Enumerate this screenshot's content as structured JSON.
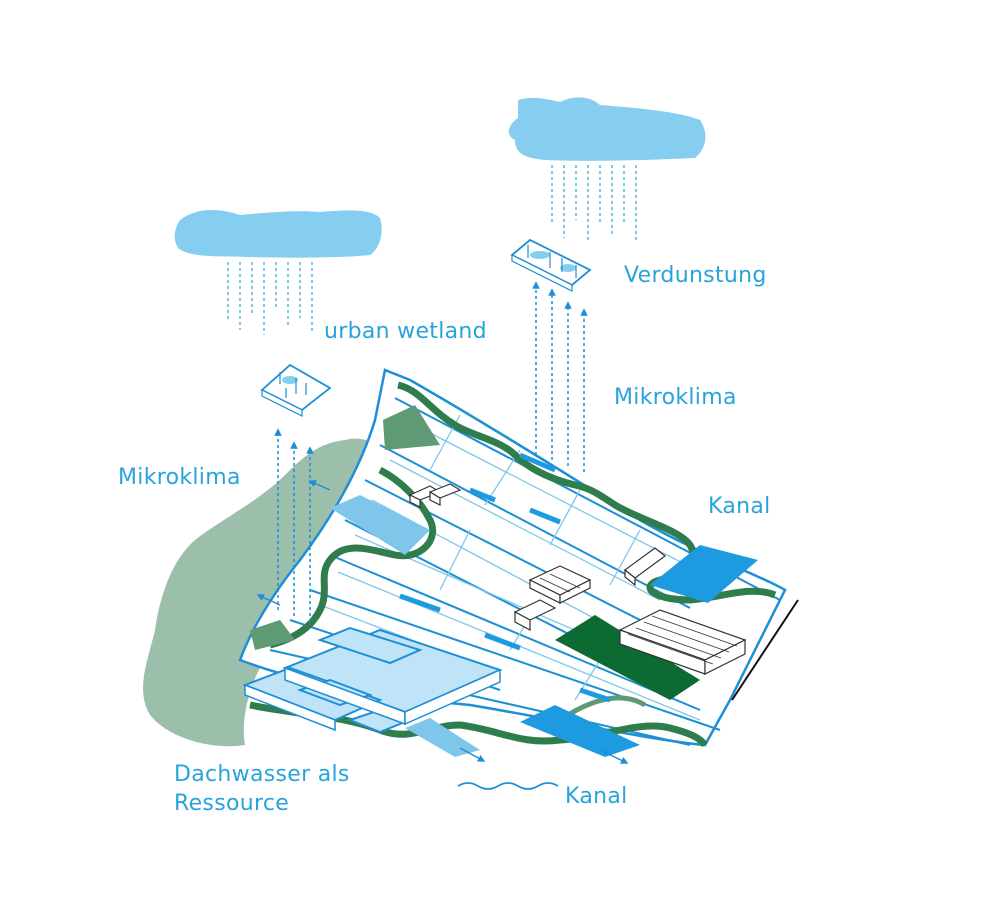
{
  "labels": {
    "verdunstung": "Verdunstung",
    "urban_wetland": "urban wetland",
    "mikroklima_right": "Mikroklima",
    "mikroklima_left": "Mikroklima",
    "kanal_right": "Kanal",
    "dachwasser_line1": "Dachwasser als",
    "dachwasser_line2": "Ressource",
    "kanal_bottom": "Kanal"
  },
  "colors": {
    "text_blue": "#29a3dc",
    "cloud_blue": "#85cef0",
    "sky_light": "#c9e9f8",
    "water_blue": "#1e9be0",
    "line_blue": "#1d8fd6",
    "sage_green": "#9cbfab",
    "dark_green": "#0b6b33",
    "mid_green": "#2f7d4d",
    "light_green": "#5e9a73",
    "roof_blue": "#bfe4f7"
  }
}
